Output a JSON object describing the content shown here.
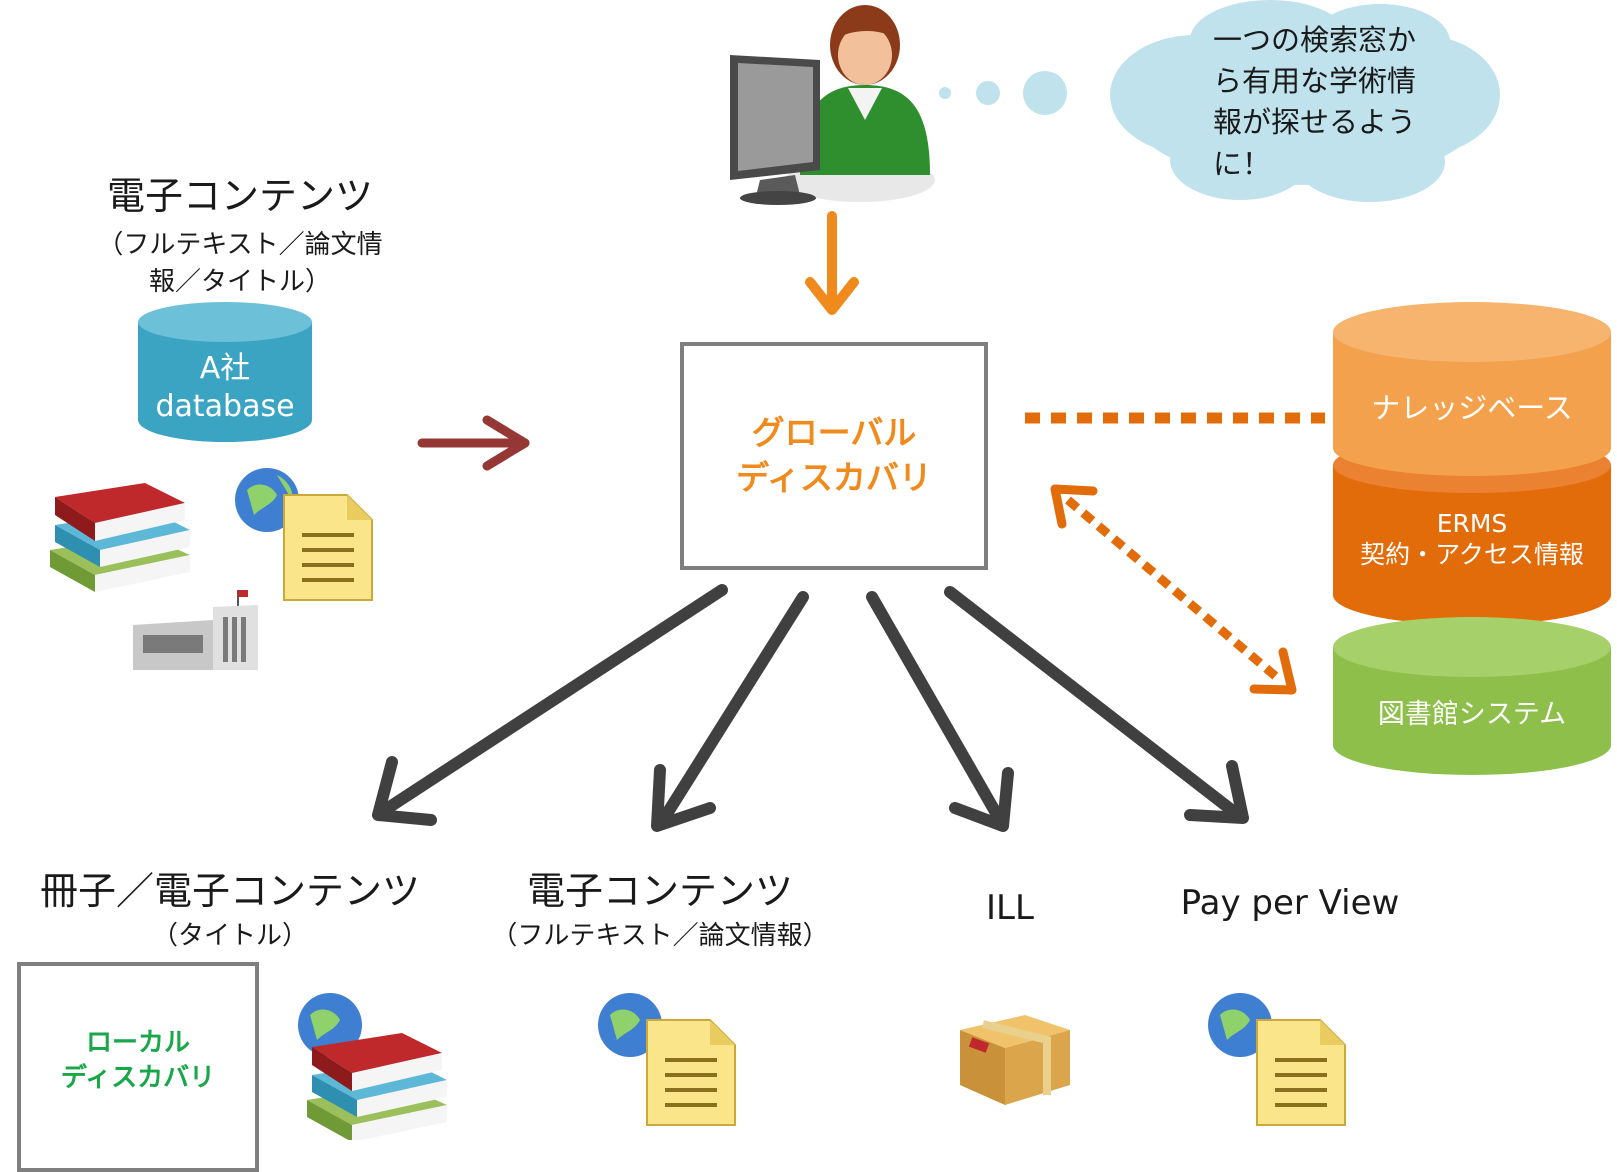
{
  "colors": {
    "orange": "#f08a1c",
    "green": "#1aa64a",
    "box_border": "#7f7f7f",
    "db_blue": "#3ba4c2",
    "db_orange_light": "#f4a14e",
    "db_orange_dark": "#e36c0a",
    "db_green": "#8dbf4a",
    "red_arrow": "#953735",
    "dark_arrow": "#404040",
    "cloud": "#bfe2ec"
  },
  "speech_bubble": {
    "lines": [
      "一つの検索窓か",
      "ら有用な学術情",
      "報が探せるよう",
      "に！"
    ]
  },
  "global_discovery": {
    "lines": [
      "グローバル",
      "ディスカバリ"
    ]
  },
  "local_discovery": {
    "lines": [
      "ローカル",
      "ディスカバリ"
    ]
  },
  "left_source": {
    "title": "電子コンテンツ",
    "sub_lines": [
      "（フルテキスト／論文情",
      "報／タイトル）"
    ],
    "db_lines": [
      "A社",
      "database"
    ]
  },
  "right_databases": {
    "knowledge_base": "ナレッジベース",
    "erms": {
      "lines": [
        "ERMS",
        "契約・アクセス情報"
      ]
    },
    "library_system": "図書館システム"
  },
  "outputs": {
    "booklet": {
      "title": "冊子／電子コンテンツ",
      "sub": "（タイトル）"
    },
    "econtent": {
      "title": "電子コンテンツ",
      "sub": "（フルテキスト／論文情報）"
    },
    "ill": {
      "title": "ILL"
    },
    "ppv": {
      "title": "Pay per View"
    }
  },
  "icons": {
    "user": "user-at-computer-icon",
    "books": "books-icon",
    "globe_doc": "globe-document-icon",
    "building": "building-icon",
    "package": "package-icon"
  }
}
